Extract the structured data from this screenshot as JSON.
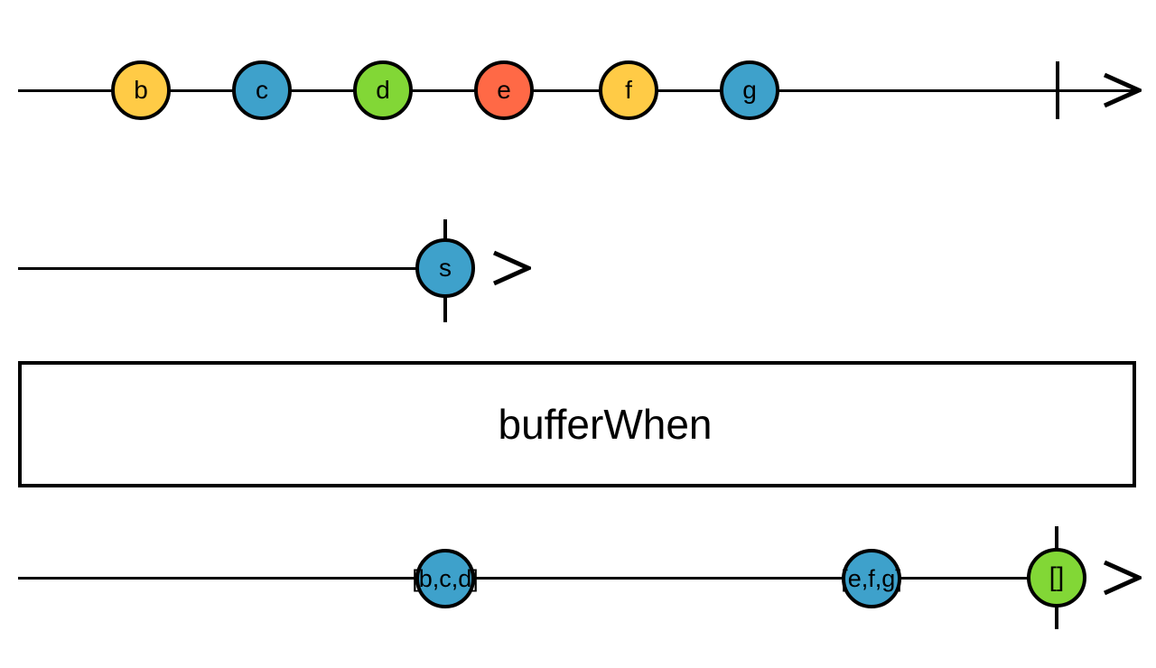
{
  "operator": {
    "label": "bufferWhen"
  },
  "palette": {
    "yellow": "#ffcb46",
    "blue": "#3ea1cb",
    "green": "#82d736",
    "red": "#ff6946",
    "line": "#000000",
    "background": "#ffffff"
  },
  "source_stream": {
    "completed": true,
    "marbles": [
      {
        "label": "b",
        "color": "#ffcb46"
      },
      {
        "label": "c",
        "color": "#3ea1cb"
      },
      {
        "label": "d",
        "color": "#82d736"
      },
      {
        "label": "e",
        "color": "#ff6946"
      },
      {
        "label": "f",
        "color": "#ffcb46"
      },
      {
        "label": "g",
        "color": "#3ea1cb"
      }
    ]
  },
  "notifier_stream": {
    "completed": true,
    "marbles": [
      {
        "label": "s",
        "color": "#3ea1cb"
      }
    ]
  },
  "output_stream": {
    "completed": true,
    "marbles": [
      {
        "label": "[b,c,d]",
        "color": "#3ea1cb"
      },
      {
        "label": "[e,f,g]",
        "color": "#3ea1cb"
      },
      {
        "label": "[]",
        "color": "#82d736"
      }
    ]
  }
}
